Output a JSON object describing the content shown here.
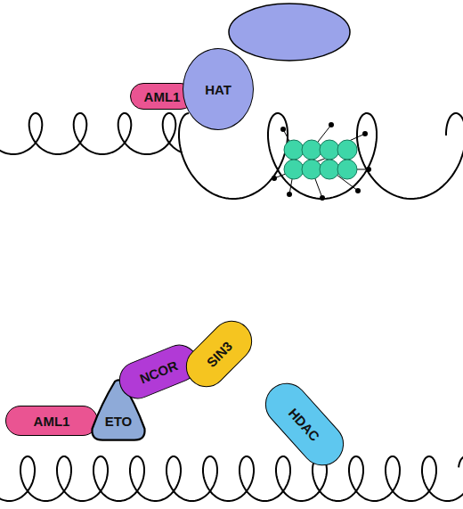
{
  "diagram": {
    "nodes": [
      {
        "text": [
          "AML1"
        ]
      },
      {
        "text": [
          "HAT"
        ]
      },
      {
        "text": [
          "AML1"
        ]
      },
      {
        "text": [
          "ETO"
        ]
      },
      {
        "text": [
          "NCOR"
        ]
      },
      {
        "text": [
          "SIN3"
        ]
      },
      {
        "text": [
          "HDAC"
        ]
      }
    ],
    "edges": []
  }
}
